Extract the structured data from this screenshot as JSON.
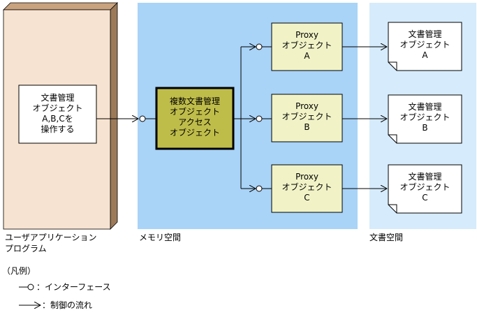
{
  "regions": {
    "user_program": "ユーザアプリケーション\nプログラム",
    "memory_space": "メモリ空間",
    "document_space": "文書空間"
  },
  "user_box": "文書管理\nオブジェクト\nA,B,Cを\n操作する",
  "access_object": "複数文書管理\nオブジェクト\nアクセス\nオブジェクト",
  "proxies": [
    {
      "text": "Proxy\nオブジェクト\nA"
    },
    {
      "text": "Proxy\nオブジェクト\nB"
    },
    {
      "text": "Proxy\nオブジェクト\nC"
    }
  ],
  "documents": [
    {
      "text": "文書管理\nオブジェクト\nA"
    },
    {
      "text": "文書管理\nオブジェクト\nB"
    },
    {
      "text": "文書管理\nオブジェクト\nC"
    }
  ],
  "legend": {
    "title": "（凡例）",
    "interface": "：インターフェース",
    "control_flow": "：制御の流れ"
  },
  "colors": {
    "user_panel": "#f7e3d1",
    "user_panel_side": "#9c7a59",
    "memory_space": "#a9d3f7",
    "document_space": "#d6ebfb",
    "access_object": "#bfbd4a",
    "proxy": "#f1f3c7"
  }
}
